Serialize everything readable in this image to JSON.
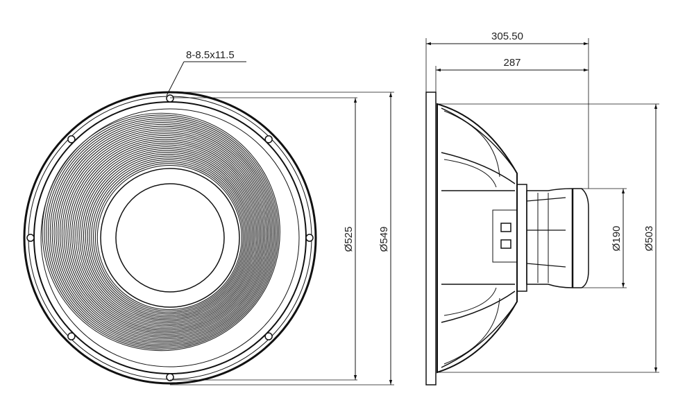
{
  "front_view": {
    "mounting_holes_label": "8-8.5x11.5",
    "inner_diameter_label": "Ø525",
    "outer_diameter_label": "Ø549"
  },
  "side_view": {
    "overall_depth_label": "305.50",
    "depth_label": "287",
    "magnet_diameter_label": "Ø190",
    "basket_diameter_label": "Ø503"
  },
  "colors": {
    "line": "#111111",
    "background": "#ffffff"
  }
}
